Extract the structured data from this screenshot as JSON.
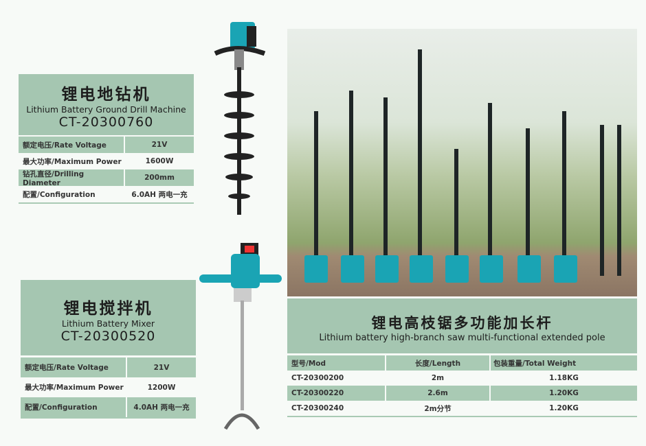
{
  "drill": {
    "title_cn": "锂电地钻机",
    "title_en": "Lithium Battery Ground Drill Machine",
    "model": "CT-20300760",
    "specs": [
      {
        "label": "额定电压/Rate Voltage",
        "value": "21V"
      },
      {
        "label": "最大功率/Maximum Power",
        "value": "1600W"
      },
      {
        "label": "钻孔直径/Drilling Diameter",
        "value": "200mm"
      },
      {
        "label": "配置/Configuration",
        "value": "6.0AH 两电一充"
      }
    ]
  },
  "mixer": {
    "title_cn": "锂电搅拌机",
    "title_en": "Lithium Battery Mixer",
    "model": "CT-20300520",
    "specs": [
      {
        "label": "额定电压/Rate Voltage",
        "value": "21V"
      },
      {
        "label": "最大功率/Maximum Power",
        "value": "1200W"
      },
      {
        "label": "配置/Configuration",
        "value": "4.0AH 两电一充"
      }
    ]
  },
  "pole": {
    "title_cn": "锂电高枝锯多功能加长杆",
    "title_en": "Lithium battery high-branch saw multi-functional extended pole",
    "headers": [
      "型号/Mod",
      "长度/Length",
      "包装重量/Total Weight"
    ],
    "rows": [
      [
        "CT-20300200",
        "2m",
        "1.18KG"
      ],
      [
        "CT-20300220",
        "2.6m",
        "1.20KG"
      ],
      [
        "CT-20300240",
        "2m分节",
        "1.20KG"
      ]
    ]
  },
  "colors": {
    "panel": "#a5c6b1",
    "tool": "#1aa4b4"
  }
}
